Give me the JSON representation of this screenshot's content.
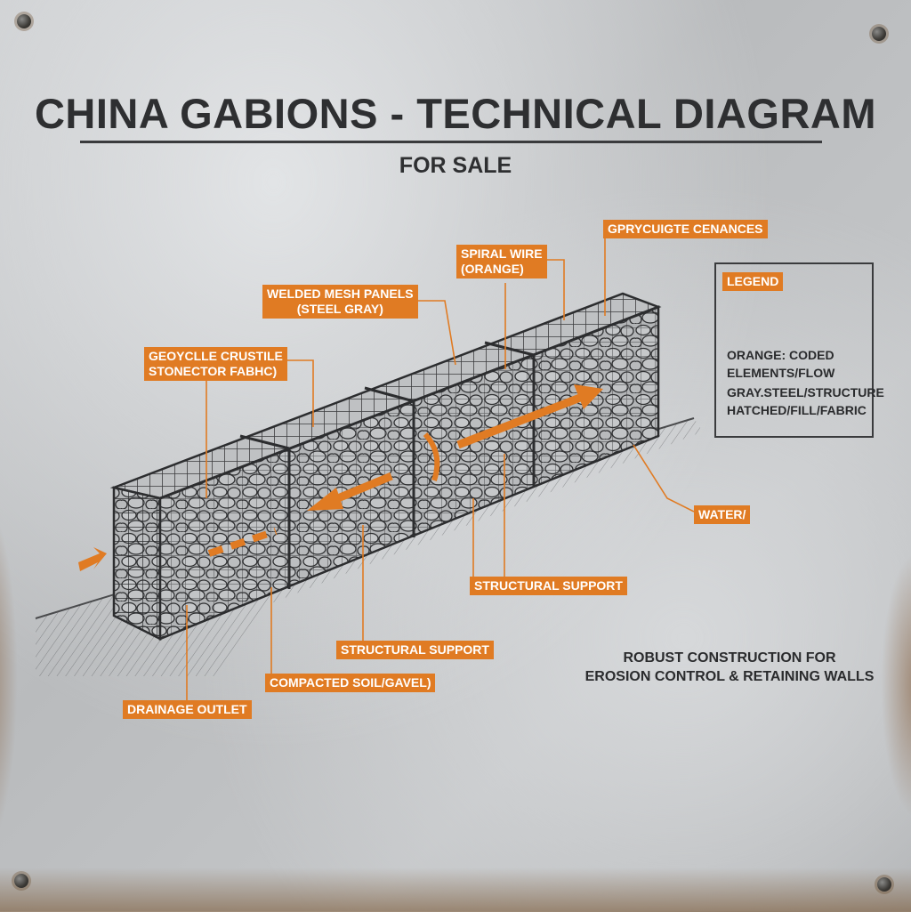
{
  "title": "CHINA GABIONS - TECHNICAL DIAGRAM",
  "subtitle": "FOR SALE",
  "callouts": {
    "top_right": "GPRYCUIGTE CENANCES",
    "spiral_wire_1": "SPIRAL WIRE",
    "spiral_wire_2": "(ORANGE)",
    "welded_mesh_1": "WELDED MESH PANELS",
    "welded_mesh_2": "(STEEL GRAY)",
    "geotextile_1": "GEOYCLLE CRUSTILE",
    "geotextile_2": "STONECTOR FABHC)",
    "water": "WATER/",
    "structural_support_right": "STRUCTURAL SUPPORT",
    "structural_support_mid": "STRUCTURAL SUPPORT",
    "compacted_soil": "COMPACTED SOIL/GAVEL)",
    "drainage_outlet": "DRAINAGE OUTLET"
  },
  "legend": {
    "title": "LEGEND",
    "lines": [
      "ORANGE: CODED",
      "ELEMENTS/FLOW",
      "GRAY.STEEL/STRUCTURE",
      "HATCHED/FILL/FABRIC"
    ]
  },
  "tagline": {
    "line1": "ROBUST CONSTRUCTION FOR",
    "line2": "EROSION CONTROL & RETAINING WALLS"
  },
  "colors": {
    "accent": "#e07b23",
    "steel": "#3a3b3d",
    "background": "#c4c6c8"
  }
}
